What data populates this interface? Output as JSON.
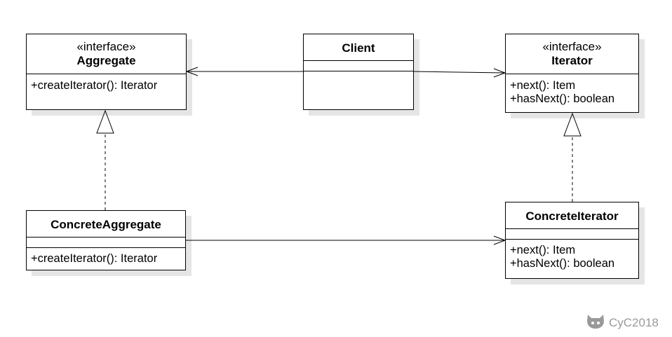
{
  "diagram": {
    "aggregate": {
      "stereotype": "«interface»",
      "name": "Aggregate",
      "methods": [
        "+createIterator(): Iterator"
      ]
    },
    "client": {
      "name": "Client"
    },
    "iterator": {
      "stereotype": "«interface»",
      "name": "Iterator",
      "methods": [
        "+next(): Item",
        "+hasNext(): boolean"
      ]
    },
    "concrete_aggregate": {
      "name": "ConcreteAggregate",
      "methods": [
        "+createIterator(): Iterator"
      ]
    },
    "concrete_iterator": {
      "name": "ConcreteIterator",
      "methods": [
        "+next(): Item",
        "+hasNext(): boolean"
      ]
    }
  },
  "watermark": {
    "icon": "github-octocat-icon",
    "text": "CyC2018",
    "color": "#9a9a9a"
  }
}
